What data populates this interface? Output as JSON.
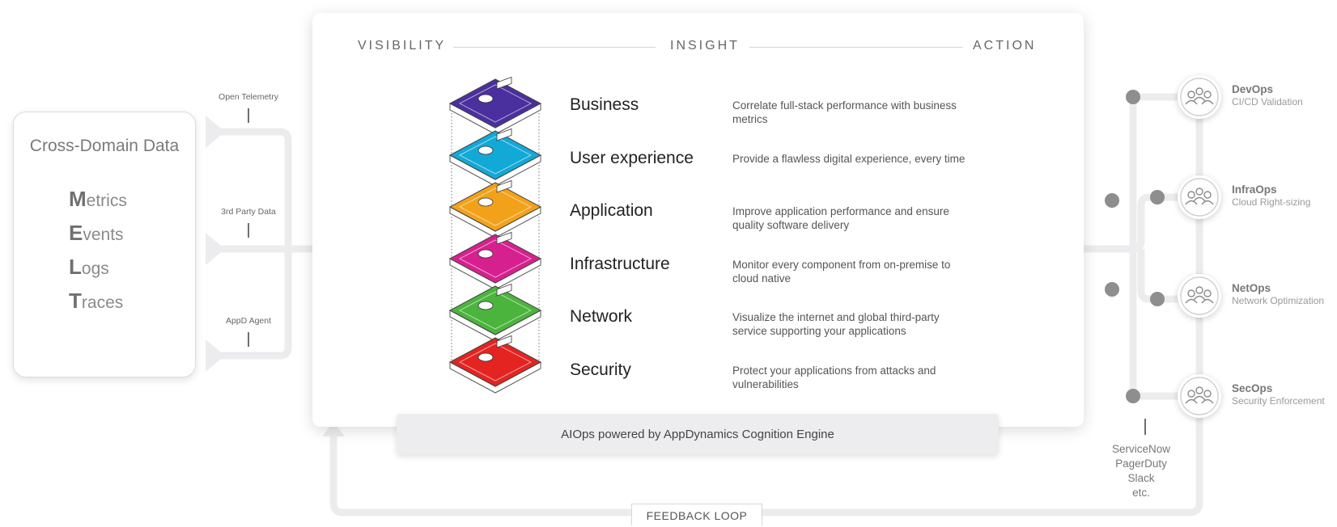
{
  "left_card": {
    "title": "Cross-Domain Data",
    "items": [
      {
        "initial": "M",
        "rest": "etrics"
      },
      {
        "initial": "E",
        "rest": "vents"
      },
      {
        "initial": "L",
        "rest": "ogs"
      },
      {
        "initial": "T",
        "rest": "races"
      }
    ]
  },
  "inputs": [
    "Open Telemetry",
    "3rd Party Data",
    "AppD Agent"
  ],
  "header": {
    "left": "VISIBILITY",
    "center": "INSIGHT",
    "right": "ACTION"
  },
  "layers": [
    {
      "name": "Business",
      "desc": "Correlate full-stack performance with business metrics",
      "color": "#4a2f9e"
    },
    {
      "name": "User experience",
      "desc": "Provide a flawless digital experience, every time",
      "color": "#12a9d6"
    },
    {
      "name": "Application",
      "desc": "Improve application performance and ensure quality software delivery",
      "color": "#f2a21a"
    },
    {
      "name": "Infrastructure",
      "desc": "Monitor every component from on-premise to cloud native",
      "color": "#d7208f"
    },
    {
      "name": "Network",
      "desc": "Visualize the internet and global third-party service supporting your applications",
      "color": "#4bb43c"
    },
    {
      "name": "Security",
      "desc": "Protect your applications from attacks and vulnerabilities",
      "color": "#e32421"
    }
  ],
  "engine_label": "AIOps powered by AppDynamics Cognition Engine",
  "feedback_label": "FEEDBACK LOOP",
  "ops": [
    {
      "name": "DevOps",
      "sub": "CI/CD Validation"
    },
    {
      "name": "InfraOps",
      "sub": "Cloud Right-sizing"
    },
    {
      "name": "NetOps",
      "sub": "Network Optimization"
    },
    {
      "name": "SecOps",
      "sub": "Security Enforcement"
    }
  ],
  "tools": [
    "ServiceNow",
    "PagerDuty",
    "Slack",
    "etc."
  ]
}
